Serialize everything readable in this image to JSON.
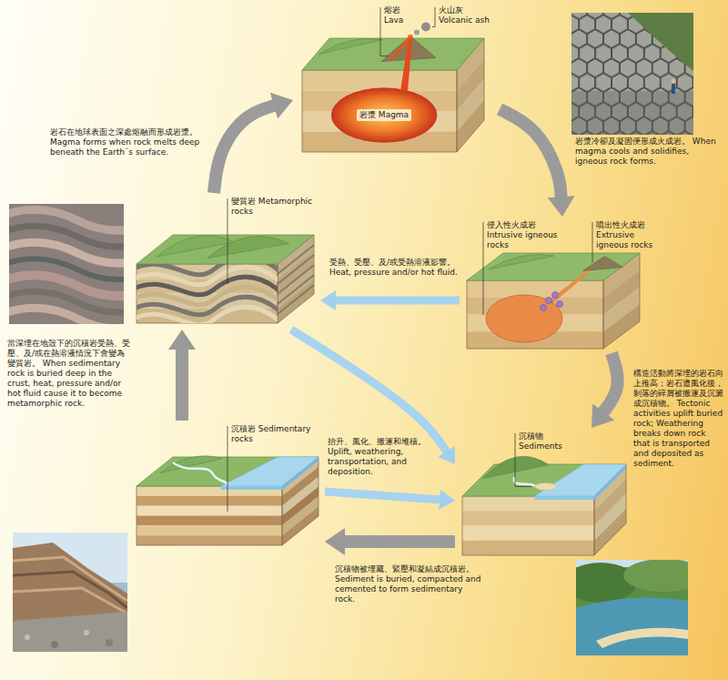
{
  "diagram": {
    "nodes": [
      {
        "text": [
          "火山灰 Volcanic ash",
          "熔岩 Lava",
          "岩漿 Magma"
        ]
      },
      {
        "text": [
          "變質岩 Metamorphic rocks"
        ]
      },
      {
        "text": [
          "侵入性火成岩 Intrusive igneous rocks",
          "噴出性火成岩 Extrusive igneous rocks"
        ]
      },
      {
        "text": [
          "沉積岩 Sedimentary rocks"
        ]
      },
      {
        "text": [
          "沉積物 Sediments"
        ]
      }
    ],
    "edges": [
      {
        "from": 1,
        "to": 0,
        "arrow": "to",
        "label": "岩石在地球表面之深處熔融而形成岩漿。 Magma forms when rock melts deep beneath the Earth´s surface."
      },
      {
        "from": 0,
        "to": 2,
        "arrow": "to",
        "label": "岩漿冷卻及凝固便形成火成岩。 When magma cools and solidifies, igneous rock forms."
      },
      {
        "from": 2,
        "to": 1,
        "arrow": "to",
        "label": "受熱、受壓、及/或受熱溶液影響。 Heat, pressure and/or hot fluid."
      },
      {
        "from": 2,
        "to": 4,
        "arrow": "to",
        "label": "構造活動將深埋的岩石向上推高；岩石遭風化後，剝落的碎屑被搬運及沉澱成沉積物。 Tectonic activities uplift buried rock; Weathering breaks down rock that is transported and deposited as sediment."
      },
      {
        "from": 1,
        "to": 4,
        "arrow": "to"
      },
      {
        "from": 3,
        "to": 4,
        "arrow": "to",
        "label": "抬升、風化、搬運和堆積。 Uplift, weathering, transportation, and deposition."
      },
      {
        "from": 4,
        "to": 3,
        "arrow": "to",
        "label": "沉積物被埋藏、緊壓和凝結成沉積岩。 Sediment is buried, compacted and cemented to form sedimentary rock."
      },
      {
        "from": 3,
        "to": 1,
        "arrow": "to",
        "label": "當深埋在地殼下的沉積岩受熱、受壓、及/或在熱溶液情況下會變為變質岩。 When sedimentary rock is buried deep in the crust, heat, pressure and/or hot fluid cause it to become metamorphic rock."
      }
    ]
  }
}
